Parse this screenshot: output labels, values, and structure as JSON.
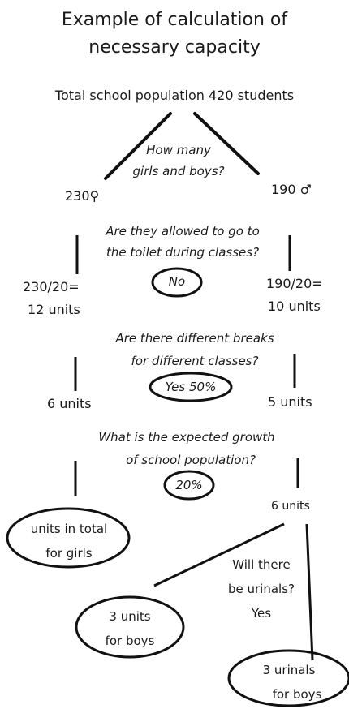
{
  "title": [
    "Example of calculation of",
    "necessary capacity"
  ],
  "total": "Total school population 420 students",
  "question1": [
    "How many",
    "girls and boys?"
  ],
  "girls_count": "230",
  "girls_symbol": "♀",
  "boys_count": "190",
  "boys_symbol": "♂",
  "question2": [
    "Are they allowed to go to",
    "the toilet during classes?"
  ],
  "answer2": "No",
  "girls_calc": [
    "230/20=",
    "12 units"
  ],
  "boys_calc": [
    "190/20=",
    "10 units"
  ],
  "question3": [
    "Are there different breaks",
    "for different classes?"
  ],
  "answer3": "Yes 50%",
  "girls_units_after_breaks": "6 units",
  "boys_units_after_breaks": "5 units",
  "question4": [
    "What is the expected growth",
    "of school population?"
  ],
  "answer4": "20%",
  "boys_units_after_growth": "6 units",
  "girls_total": [
    "units in total",
    "for girls"
  ],
  "question5": [
    "Will there",
    "be urinals?",
    "Yes"
  ],
  "boys_units_result": [
    "3 units",
    "for boys"
  ],
  "urinals_result": [
    "3 urinals",
    "for boys"
  ]
}
